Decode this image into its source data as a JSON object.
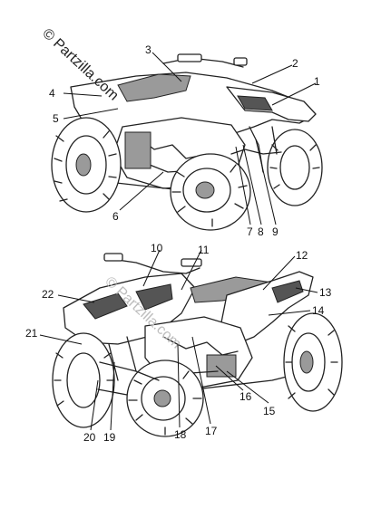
{
  "watermark": {
    "top_text": "© Partzilla.com",
    "faded_text": "© Partzilla.com"
  },
  "callouts": {
    "n1": "1",
    "n2": "2",
    "n3": "3",
    "n4": "4",
    "n5": "5",
    "n6": "6",
    "n7": "7",
    "n8": "8",
    "n9": "9",
    "n10": "10",
    "n11": "11",
    "n12": "12",
    "n13": "13",
    "n14": "14",
    "n15": "15",
    "n16": "16",
    "n17": "17",
    "n18": "18",
    "n19": "19",
    "n20": "20",
    "n21": "21",
    "n22": "22"
  }
}
